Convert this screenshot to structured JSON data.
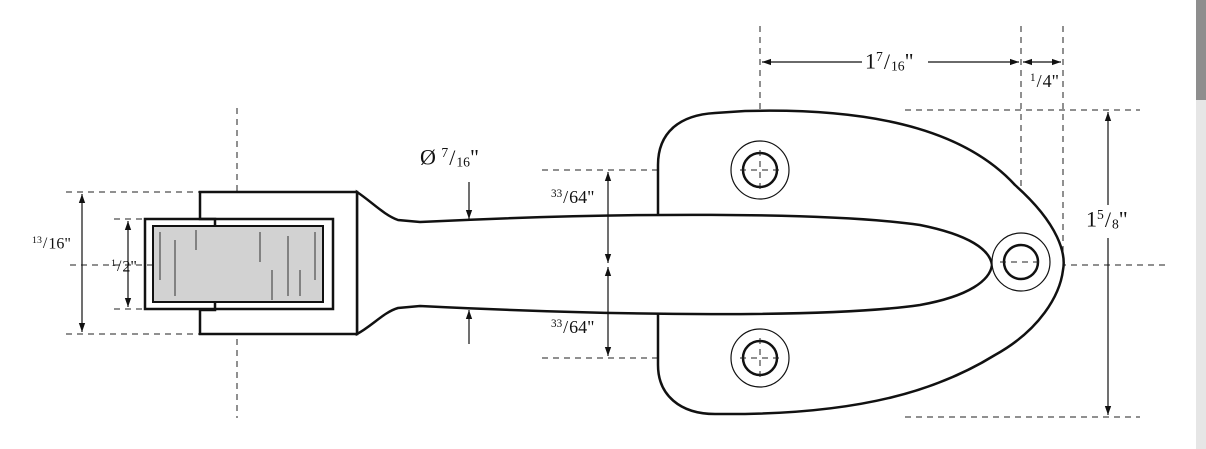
{
  "dimensions": {
    "top_spacing": {
      "whole": "1",
      "num": "7",
      "den": "16",
      "unit": "\""
    },
    "right_offset": {
      "whole": "",
      "num": "1",
      "den": "4",
      "unit": "\""
    },
    "overall_width": {
      "whole": "1",
      "num": "5",
      "den": "8",
      "unit": "\""
    },
    "rod_diameter": {
      "prefix": "Ø ",
      "whole": "",
      "num": "7",
      "den": "16",
      "unit": "\""
    },
    "upper_half": {
      "whole": "",
      "num": "33",
      "den": "64",
      "unit": "\""
    },
    "lower_half": {
      "whole": "",
      "num": "33",
      "den": "64",
      "unit": "\""
    },
    "clevis_outer": {
      "whole": "",
      "num": "13",
      "den": "16",
      "unit": "\""
    },
    "clevis_inner": {
      "whole": "",
      "num": "1",
      "den": "2",
      "unit": "\""
    }
  },
  "colors": {
    "line": "#111111",
    "insert_fill": "#d2d2d2",
    "scrollbar_track": "#e6e6e6",
    "scrollbar_thumb": "#8e8e8e"
  }
}
